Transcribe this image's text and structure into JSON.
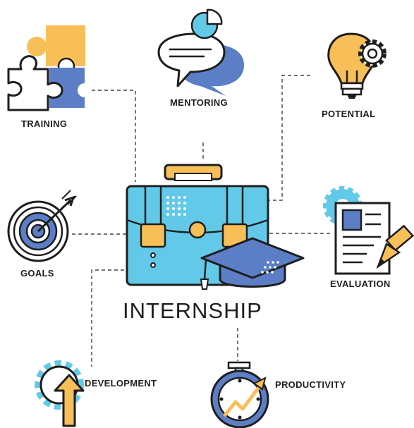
{
  "diagram": {
    "title": "INTERNSHIP",
    "nodes": {
      "training": "TRAINING",
      "mentoring": "MENTORING",
      "potential": "POTENTIAL",
      "goals": "GOALS",
      "evaluation": "EVALUATION",
      "development": "DEVELOPMENT",
      "productivity": "PRODUCTIVITY"
    }
  },
  "colors": {
    "outline": "#1e1e1e",
    "blue": "#5b7ec6",
    "light_blue": "#62c9e8",
    "yellow": "#f8bf58",
    "white": "#ffffff"
  },
  "icons": {
    "center": "briefcase-with-graduation-cap-icon",
    "training": "puzzle-pieces-icon",
    "mentoring": "speech-bubbles-icon",
    "potential": "lightbulb-gear-icon",
    "goals": "target-arrow-icon",
    "evaluation": "document-pencil-icon",
    "development": "gear-arrow-up-icon",
    "productivity": "stopwatch-chart-icon"
  }
}
